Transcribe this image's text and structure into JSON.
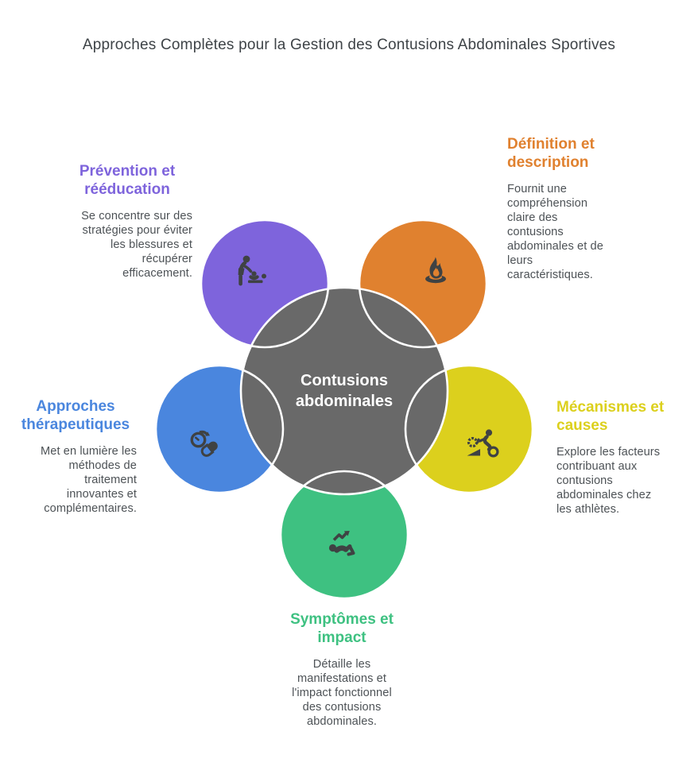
{
  "title": "Approches Complètes pour la Gestion des Contusions Abdominales Sportives",
  "center": {
    "label": "Contusions\nabdominales",
    "color": "#696969"
  },
  "palette": {
    "icon": "#3f4243",
    "heading_text": "#3e4347",
    "body_text": "#4d5256",
    "background": "#ffffff",
    "circle_outline": "#ffffff"
  },
  "sections": [
    {
      "id": "prevention",
      "title": "Prévention et\nrééducation",
      "description": "Se concentre sur des\nstratégies pour éviter\nles blessures et\nrécupérer\nefficacement.",
      "color": "#7e64dc",
      "icon": "caregiver-icon"
    },
    {
      "id": "definition",
      "title": "Définition et\ndescription",
      "description": "Fournit une\ncompréhension\nclaire des\ncontusions\nabdominales et de\nleurs\ncaractéristiques.",
      "color": "#e0812f",
      "icon": "flame-icon"
    },
    {
      "id": "therapies",
      "title": "Approches\nthérapeutiques",
      "description": "Met en lumière les\nméthodes de\ntraitement\ninnovantes et\ncomplémentaires.",
      "color": "#4a86de",
      "icon": "medication-time-icon"
    },
    {
      "id": "mechanisms",
      "title": "Mécanismes et\ncauses",
      "description": "Explore les facteurs\ncontribuant aux\ncontusions\nabdominales chez\nles athlètes.",
      "color": "#dcd01d",
      "icon": "motocross-icon"
    },
    {
      "id": "symptoms",
      "title": "Symptômes et\nimpact",
      "description": "Détaille les\nmanifestations et\nl'impact fonctionnel\ndes contusions\nabdominales.",
      "color": "#3ec181",
      "icon": "situp-trend-icon"
    }
  ]
}
